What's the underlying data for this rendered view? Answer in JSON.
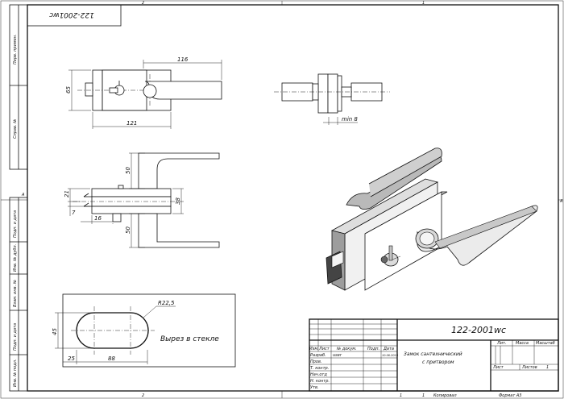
{
  "zone_marks": {
    "top_left": "2",
    "top_right": "1",
    "bottom_left": "2",
    "bottom_right": "1",
    "side_left": "A",
    "side_right": "A"
  },
  "top_code": "122-2001wc",
  "side_strip": {
    "upper": [
      "Перв. примен.",
      "Справ. №"
    ],
    "lower": [
      "Подп. и дата",
      "Инв. № дубл.",
      "Взам. инв. №",
      "Подп. и дата",
      "Инв. № подл."
    ]
  },
  "dimensions": {
    "top_width": "116",
    "height": "65",
    "width": "121",
    "side_min": "min 8",
    "handle_upper": "50",
    "handle_lower": "50",
    "left_21": "21",
    "left_7": "7",
    "right_38": "38",
    "bottom_16": "16",
    "radius": "R22,5",
    "cut_height": "45",
    "cut_offset": "25",
    "cut_length": "88"
  },
  "cutout_label": "Вырез в стекле",
  "title_block": {
    "doc_code": "122-2001wc",
    "product_name_line1": "Замок сантехнический",
    "product_name_line2": "с притвором",
    "col_headers": [
      "Изм.",
      "Лист",
      "№ докум.",
      "Подп.",
      "Дата"
    ],
    "rows": [
      "Разраб.",
      "Пров.",
      "Т. контр.",
      "Нач.отд",
      "Н. контр.",
      "Утв."
    ],
    "developer": "user",
    "date": "10.06.2019",
    "right_headers": [
      "Лит.",
      "Масса",
      "Масштаб"
    ],
    "sheet_label": "Лист",
    "sheets_label": "Листов",
    "sheets_value": "1",
    "bottom_sheet_num": "1",
    "copied": "Копировал",
    "format": "Формат A3"
  }
}
